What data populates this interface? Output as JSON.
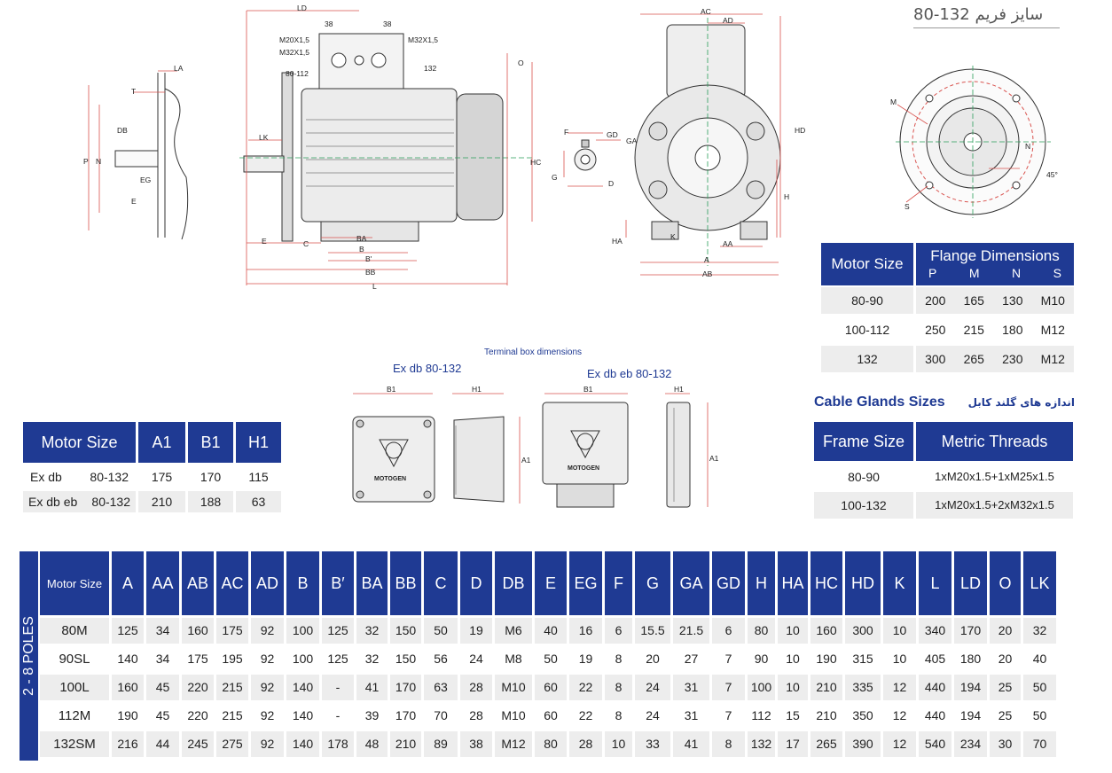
{
  "frame_title": "سایز فریم  132-80",
  "flange_table": {
    "motor_size_header": "Motor Size",
    "group_header": "Flange Dimensions",
    "col_headers": [
      "P",
      "M",
      "N",
      "S"
    ],
    "rows": [
      {
        "size": "80-90",
        "values": [
          "200",
          "165",
          "130",
          "M10"
        ]
      },
      {
        "size": "100-112",
        "values": [
          "250",
          "215",
          "180",
          "M12"
        ]
      },
      {
        "size": "132",
        "values": [
          "300",
          "265",
          "230",
          "M12"
        ]
      }
    ]
  },
  "cable_glands": {
    "title": "Cable Glands Sizes",
    "title_fa": "اندازه های گلند کابل",
    "headers": [
      "Frame Size",
      "Metric Threads"
    ],
    "rows": [
      {
        "frame": "80-90",
        "threads": "1xM20x1.5+1xM25x1.5"
      },
      {
        "frame": "100-132",
        "threads": "1xM20x1.5+2xM32x1.5"
      }
    ]
  },
  "terminal_box": {
    "title": "Terminal box dimensions",
    "left_label": "Ex db 80-132",
    "right_label": "Ex db eb 80-132",
    "dim_b1": "B1",
    "dim_h1": "H1",
    "dim_a1": "A1",
    "brand": "MOTOGEN"
  },
  "terminal_table": {
    "headers": [
      "Motor Size",
      "A1",
      "B1",
      "H1"
    ],
    "rows": [
      {
        "type": "Ex db",
        "size": "80-132",
        "values": [
          "175",
          "170",
          "115"
        ]
      },
      {
        "type": "Ex db eb",
        "size": "80-132",
        "values": [
          "210",
          "188",
          "63"
        ]
      }
    ]
  },
  "main_table": {
    "side_label": "2 - 8  POLES",
    "headers": [
      "Motor Size",
      "A",
      "AA",
      "AB",
      "AC",
      "AD",
      "B",
      "B′",
      "BA",
      "BB",
      "C",
      "D",
      "DB",
      "E",
      "EG",
      "F",
      "G",
      "GA",
      "GD",
      "H",
      "HA",
      "HC",
      "HD",
      "K",
      "L",
      "LD",
      "O",
      "LK"
    ],
    "rows": [
      [
        "80M",
        "125",
        "34",
        "160",
        "175",
        "92",
        "100",
        "125",
        "32",
        "150",
        "50",
        "19",
        "M6",
        "40",
        "16",
        "6",
        "15.5",
        "21.5",
        "6",
        "80",
        "10",
        "160",
        "300",
        "10",
        "340",
        "170",
        "20",
        "32"
      ],
      [
        "90SL",
        "140",
        "34",
        "175",
        "195",
        "92",
        "100",
        "125",
        "32",
        "150",
        "56",
        "24",
        "M8",
        "50",
        "19",
        "8",
        "20",
        "27",
        "7",
        "90",
        "10",
        "190",
        "315",
        "10",
        "405",
        "180",
        "20",
        "40"
      ],
      [
        "100L",
        "160",
        "45",
        "220",
        "215",
        "92",
        "140",
        "-",
        "41",
        "170",
        "63",
        "28",
        "M10",
        "60",
        "22",
        "8",
        "24",
        "31",
        "7",
        "100",
        "10",
        "210",
        "335",
        "12",
        "440",
        "194",
        "25",
        "50"
      ],
      [
        "112M",
        "190",
        "45",
        "220",
        "215",
        "92",
        "140",
        "-",
        "39",
        "170",
        "70",
        "28",
        "M10",
        "60",
        "22",
        "8",
        "24",
        "31",
        "7",
        "112",
        "15",
        "210",
        "350",
        "12",
        "440",
        "194",
        "25",
        "50"
      ],
      [
        "132SM",
        "216",
        "44",
        "245",
        "275",
        "92",
        "140",
        "178",
        "48",
        "210",
        "89",
        "38",
        "M12",
        "80",
        "28",
        "10",
        "33",
        "41",
        "8",
        "132",
        "17",
        "265",
        "390",
        "12",
        "540",
        "234",
        "30",
        "70"
      ]
    ]
  },
  "drawing_labels": {
    "shaft": [
      "LA",
      "T",
      "DB",
      "P",
      "N",
      "EG",
      "E"
    ],
    "side": [
      "LD",
      "38",
      "38",
      "M20X1,5",
      "M32X1,5",
      "M32X1,5",
      "80-112",
      "132",
      "O",
      "LK",
      "HC",
      "E",
      "C",
      "BA",
      "B",
      "B'",
      "BB",
      "L"
    ],
    "key": [
      "F",
      "GD",
      "GA",
      "G",
      "D"
    ],
    "front": [
      "AC",
      "AD",
      "HD",
      "H",
      "HA",
      "K",
      "AA",
      "A",
      "AB"
    ],
    "flange": [
      "M",
      "N",
      "S",
      "45°"
    ]
  },
  "colors": {
    "header_blue": "#1f3a93",
    "dimension_red": "#d9534f",
    "stripe": "#ededed"
  }
}
